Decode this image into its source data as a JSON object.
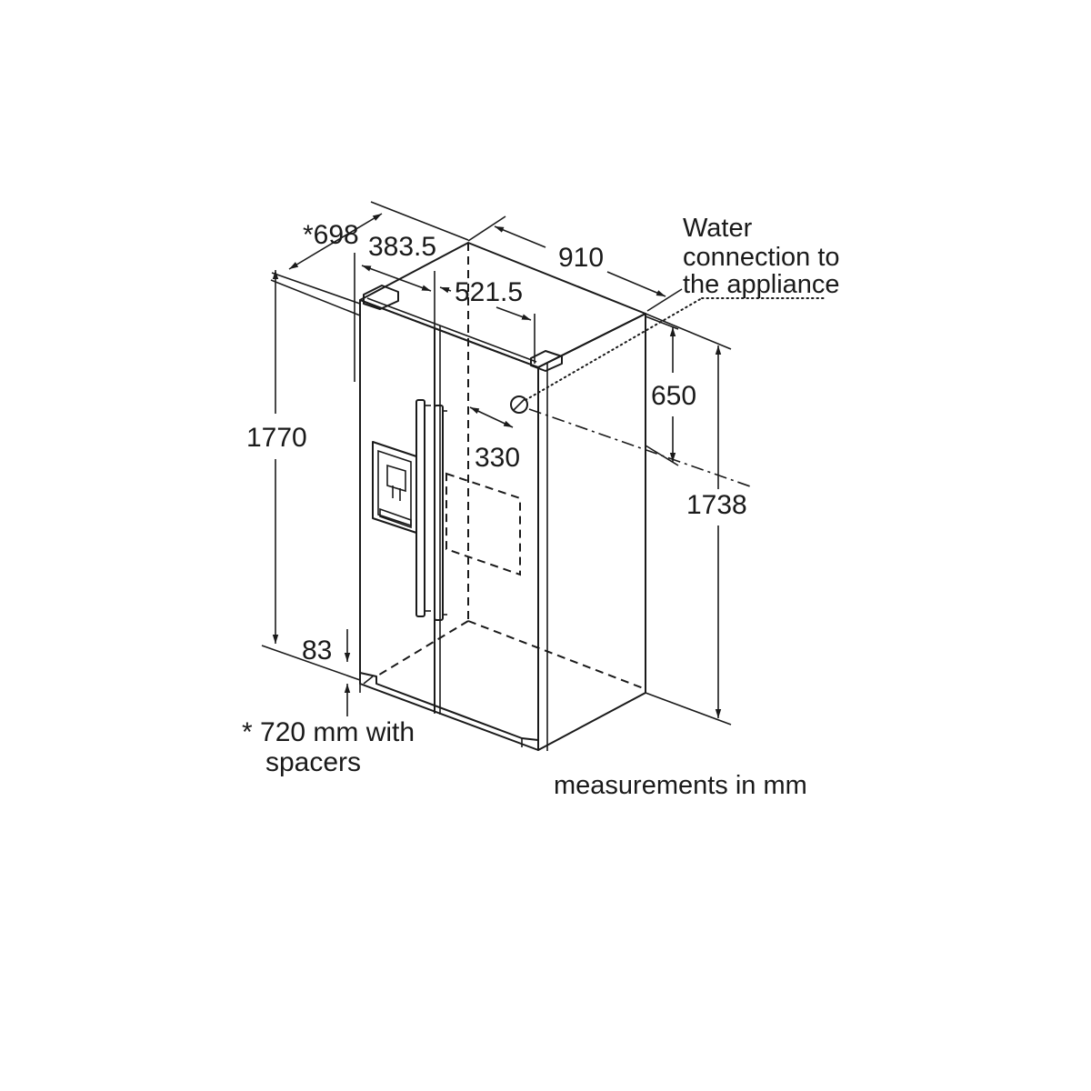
{
  "dimensions": {
    "depth_star": "*698",
    "door_offset": "383.5",
    "connection_offset": "521.5",
    "width": "910",
    "connection_height": "650",
    "connection_side": "330",
    "height_total": "1770",
    "height_body": "1738",
    "plinth": "83"
  },
  "notes": {
    "water_line1": "Water",
    "water_line2": "connection to",
    "water_line3": "the appliance",
    "spacers_line1": "* 720 mm with",
    "spacers_line2": "spacers",
    "units": "measurements in mm"
  }
}
